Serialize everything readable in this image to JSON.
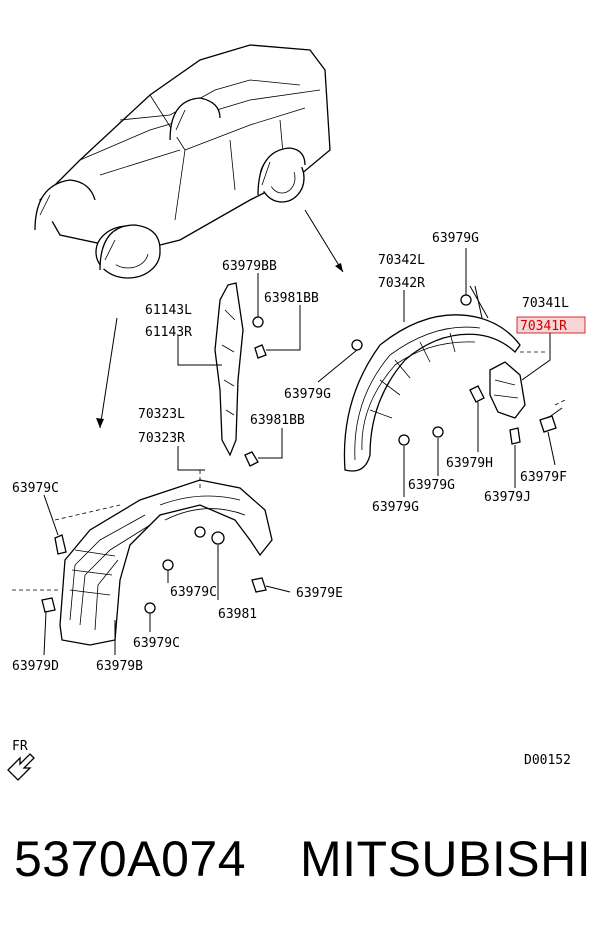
{
  "labels": {
    "p63979G_top": "63979G",
    "p70342L": "70342L",
    "p70342R": "70342R",
    "p70341L": "70341L",
    "p70341R": "70341R",
    "p63979BB": "63979BB",
    "p63981BB_top": "63981BB",
    "p61143L": "61143L",
    "p61143R": "61143R",
    "p63979G_mid": "63979G",
    "p63981BB_low": "63981BB",
    "p70323L": "70323L",
    "p70323R": "70323R",
    "p63979H": "63979H",
    "p63979F": "63979F",
    "p63979G_r1": "63979G",
    "p63979J": "63979J",
    "p63979G_r2": "63979G",
    "p63979C_left": "63979C",
    "p63979C_mid": "63979C",
    "p63979E": "63979E",
    "p63981": "63981",
    "p63979C_low": "63979C",
    "p63979D": "63979D",
    "p63979B": "63979B"
  },
  "direction_label": "FR",
  "diagram_code": "D00152",
  "part_number": "5370A074",
  "brand": "MITSUBISHI",
  "highlight_color": "#cc0000"
}
